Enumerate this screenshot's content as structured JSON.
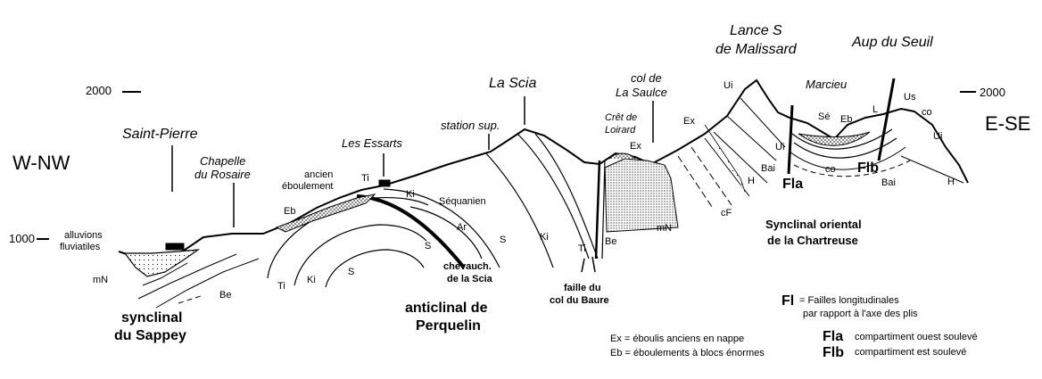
{
  "orientation": {
    "left": "W-NW",
    "right": "E-SE"
  },
  "altitude": {
    "left_2000": "2000",
    "left_1000": "1000",
    "right_2000": "2000"
  },
  "peaks": {
    "lance": [
      "Lance S",
      "de Malissard"
    ],
    "aup": "Aup du Seuil",
    "scia": "La Scia",
    "saint_pierre": "Saint-Pierre",
    "col_saulce": [
      "col de",
      "La Saulce"
    ],
    "chapelle": [
      "Chapelle",
      "du Rosaire"
    ],
    "essarts": "Les Essarts",
    "station": "station sup.",
    "cret": [
      "Crêt de",
      "Loirard"
    ],
    "marcieu": "Marcieu"
  },
  "features": {
    "alluvions": [
      "alluvions",
      "fluviatiles"
    ],
    "ancien": [
      "ancien",
      "éboulement"
    ],
    "sequanien": "Séquanien",
    "chevauch": [
      "chevauch.",
      "de la Scia"
    ],
    "faille": [
      "faille du",
      "col du Baure"
    ]
  },
  "structures": {
    "sappey": [
      "synclinal",
      "du Sappey"
    ],
    "perquelin": [
      "anticlinal de",
      "Perquelin"
    ],
    "chartreuse": [
      "Synclinal  oriental",
      "de la Chartreuse"
    ]
  },
  "strata": {
    "mN_left": "mN",
    "Be_left": "Be",
    "Ti_left": "Ti",
    "Ki_left": "Ki",
    "S_left": "S",
    "Eb_left": "Eb",
    "Ti_top": "Ti",
    "Ki_top": "Ki",
    "S_mid": "S",
    "Ar": "Ar",
    "S_right": "S",
    "Ki_right": "Ki",
    "Ti_right": "Ti",
    "Be_right": "Be",
    "Ex_cret": "Ex",
    "mN_right": "mN",
    "Ex_slope": "Ex",
    "cF": "cF",
    "H_mid": "H",
    "Ui_top": "Ui",
    "Bai_left": "Bai",
    "Ui_mid": "Ui",
    "Se": "Sé",
    "Eb_right": "Eb",
    "L": "L",
    "co_mid": "co",
    "Us": "Us",
    "co_right": "co",
    "Ui_right": "Ui",
    "Bai_right": "Bai",
    "H_right": "H",
    "Fla": "Fla",
    "Flb": "Flb"
  },
  "legend": {
    "fl_symbol": "Fl",
    "fl_text": "= Failles longitudinales",
    "fl_text2": "par rapport à l'axe des plis",
    "ex": "Ex = éboulis anciens en nappe",
    "eb": "Eb = éboulements à blocs énormes",
    "fla_symbol": "Fla",
    "fla_text": "compartiment ouest soulevé",
    "flb_symbol": "Flb",
    "flb_text": "compartiment est soulevé"
  }
}
